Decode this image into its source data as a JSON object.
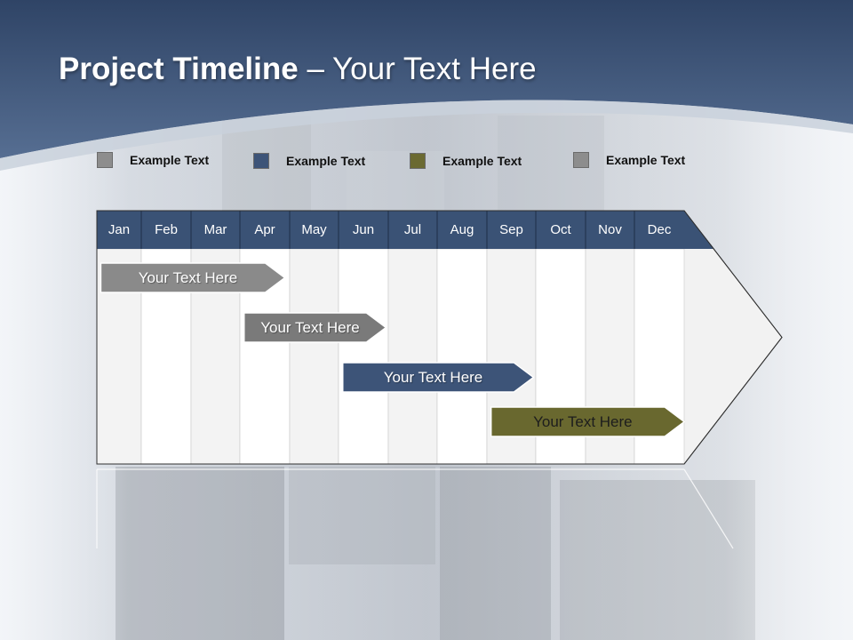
{
  "slide": {
    "title_bold": "Project Timeline",
    "title_rest": " – Your Text Here"
  },
  "legend": [
    {
      "label": "Example Text",
      "color": "#8d8d8d"
    },
    {
      "label": "Example Text",
      "color": "#3d5478"
    },
    {
      "label": "Example Text",
      "color": "#6b6a32"
    },
    {
      "label": "Example Text",
      "color": "#8d8d8d"
    }
  ],
  "colors": {
    "header": "#3a5275",
    "grid_light": "#f3f3f3",
    "grid_white": "#ffffff",
    "gray_bar": "#8a8a8a",
    "dark_gray_bar": "#7a7a7a",
    "blue_bar": "#3d5478",
    "olive_bar": "#69682f"
  },
  "timeline": {
    "months": [
      "Jan",
      "Feb",
      "Mar",
      "Apr",
      "May",
      "Jun",
      "Jul",
      "Aug",
      "Sep",
      "Oct",
      "Nov",
      "Dec"
    ],
    "tasks": [
      {
        "label": "Your  Text Here",
        "start": 0.05,
        "end": 3.9,
        "color": "#8a8a8a",
        "text_dark": false
      },
      {
        "label": "Your  Text Here",
        "start": 3.05,
        "end": 5.95,
        "color": "#7a7a7a",
        "text_dark": false
      },
      {
        "label": "Your  Text Here",
        "start": 5.05,
        "end": 8.95,
        "color": "#3d5478",
        "text_dark": false
      },
      {
        "label": "Your  Text Here",
        "start": 8.05,
        "end": 12.0,
        "color": "#69682f",
        "text_dark": true
      }
    ]
  }
}
